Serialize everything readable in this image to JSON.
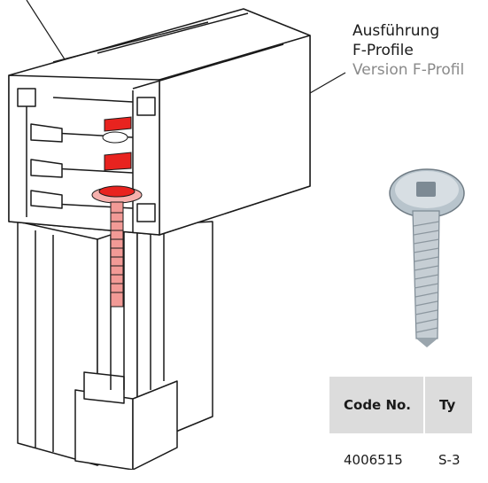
{
  "figure_label": {
    "german_line1": "Ausführung",
    "german_line2": "F-Profile",
    "english": "Version F-Profil"
  },
  "table": {
    "headers": [
      "Code No.",
      "Ty"
    ],
    "rows": [
      [
        "4006515",
        "S-3"
      ]
    ]
  },
  "colors": {
    "accent_red": "#e8231f",
    "header_gray": "#dcdcdc",
    "outline": "#1a1a1a",
    "label_gray": "#8a8a8a"
  }
}
